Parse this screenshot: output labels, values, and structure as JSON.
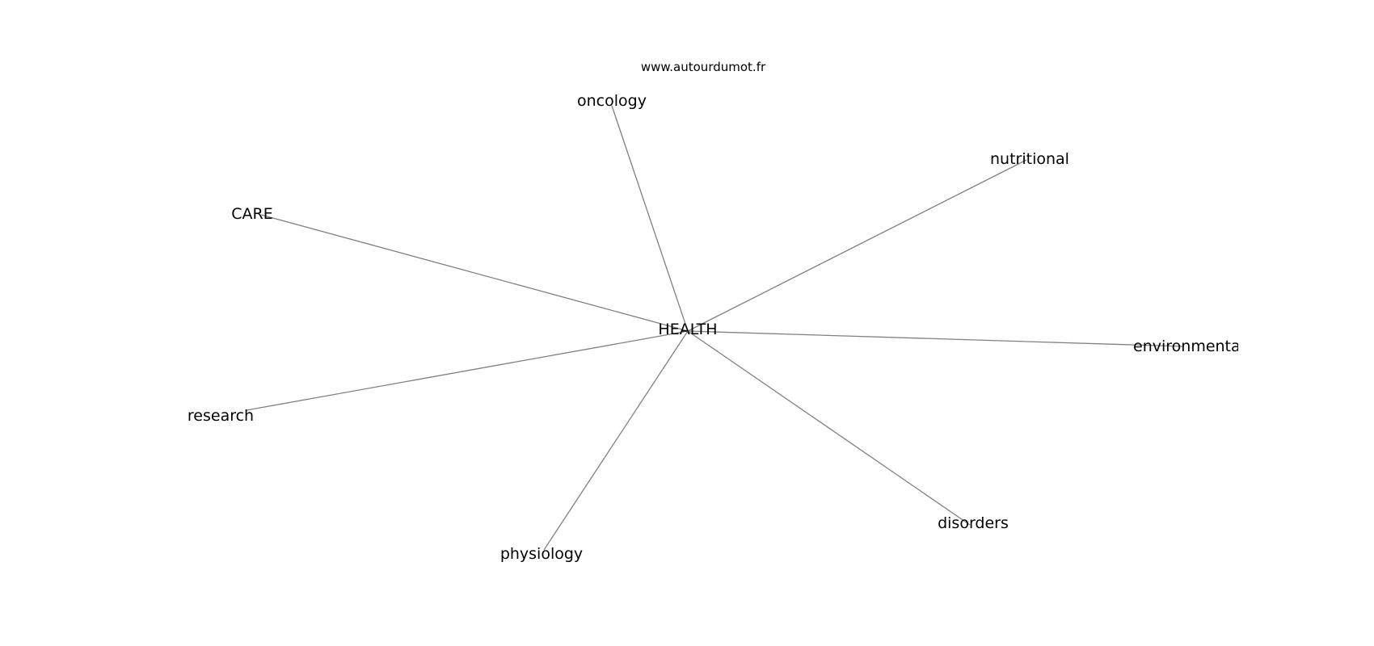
{
  "watermark": "www.autourdumot.fr",
  "center": {
    "label": "HEALTH"
  },
  "related": [
    {
      "id": "oncology",
      "label": "oncology"
    },
    {
      "id": "nutritional",
      "label": "nutritional"
    },
    {
      "id": "care",
      "label": "CARE"
    },
    {
      "id": "environmental",
      "label": "environmenta"
    },
    {
      "id": "research",
      "label": "research"
    },
    {
      "id": "disorders",
      "label": "disorders"
    },
    {
      "id": "physiology",
      "label": "physiology"
    }
  ],
  "colors": {
    "edge": "#808080",
    "text": "#000000",
    "background": "#ffffff"
  }
}
